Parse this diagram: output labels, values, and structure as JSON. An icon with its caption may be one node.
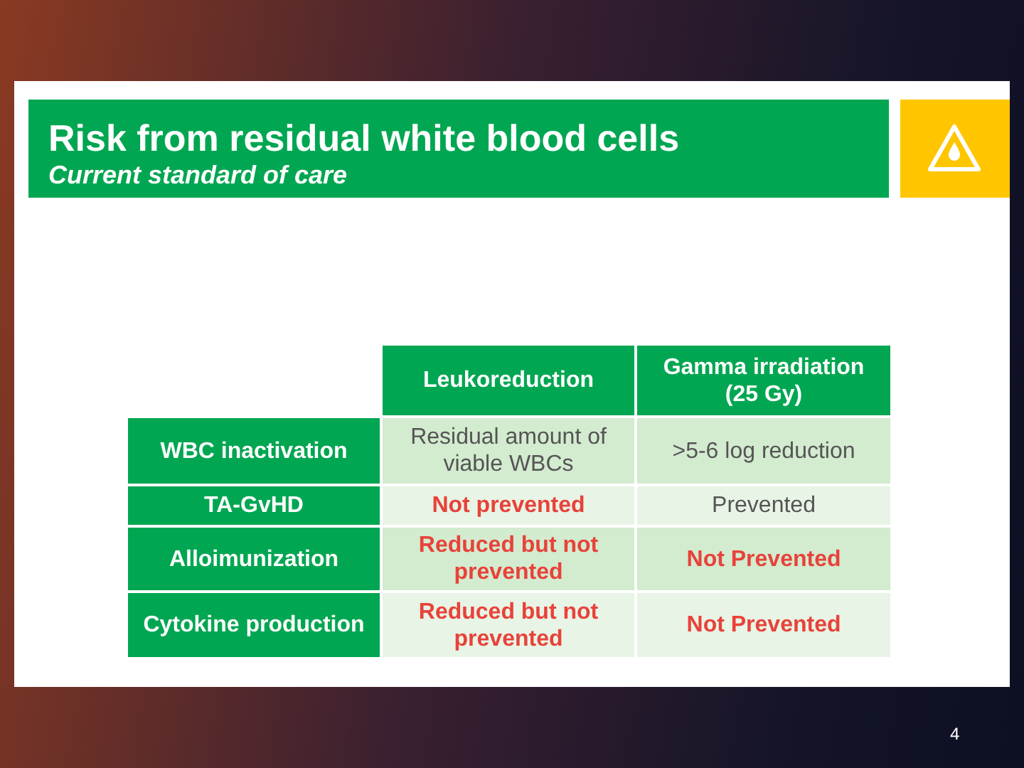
{
  "diagram": {
    "title": "Risk from residual white blood cells",
    "labels": [
      "Current standard of care",
      "Leukoreduction",
      "Gamma irradiation (25 Gy)",
      "WBC inactivation",
      "Residual amount of viable WBCs",
      ">5-6 log reduction",
      "TA-GvHD",
      "Not prevented",
      "Prevented",
      "Alloimunization",
      "Reduced but not prevented",
      "Not Prevented",
      "Cytokine production",
      "Reduced but not prevented",
      "Not Prevented",
      "4"
    ]
  }
}
